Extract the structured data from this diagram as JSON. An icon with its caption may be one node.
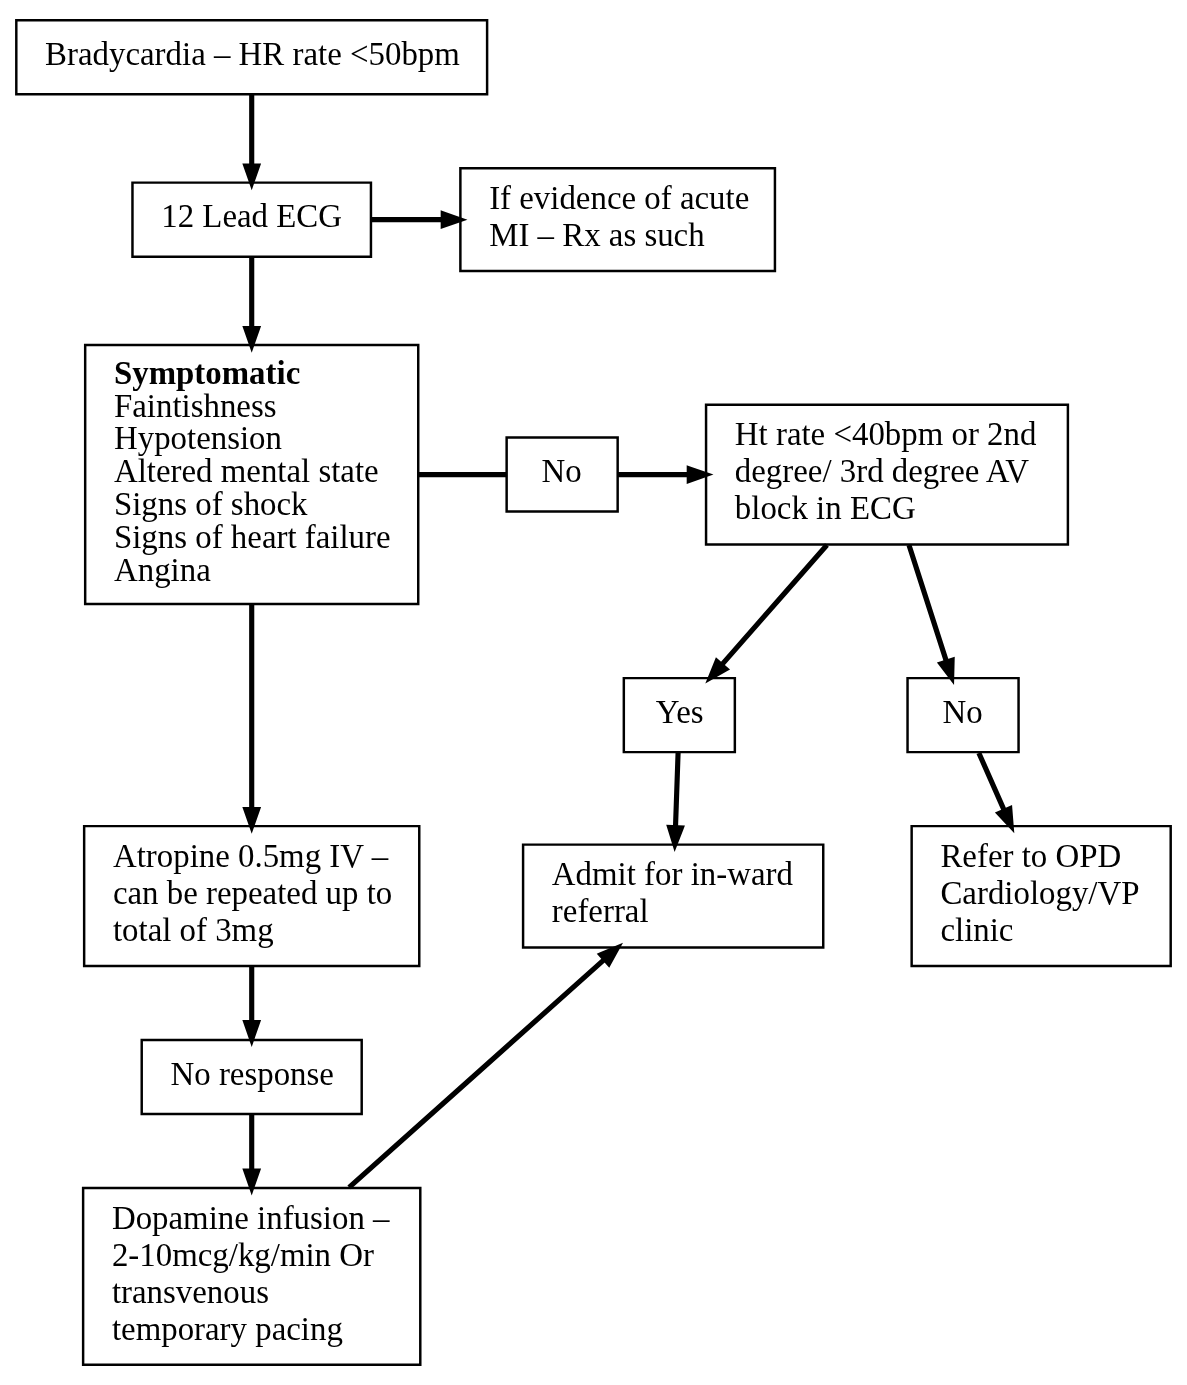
{
  "diagram": {
    "nodes": [
      {
        "text": [
          "Bradycardia – HR rate <50bpm"
        ]
      },
      {
        "text": [
          "12 Lead ECG"
        ]
      },
      {
        "text": [
          "If evidence of acute MI – Rx as such"
        ]
      },
      {
        "text": [
          "Symptomatic",
          "Faintishness",
          "Hypotension",
          "Altered mental state",
          "Signs of shock",
          "Signs of heart failure",
          "Angina"
        ]
      },
      {
        "text": [
          "No"
        ]
      },
      {
        "text": [
          "Ht rate <40bpm or 2nd degree/ 3rd degree AV block in ECG"
        ]
      },
      {
        "text": [
          "Yes"
        ]
      },
      {
        "text": [
          "No"
        ]
      },
      {
        "text": [
          "Atropine 0.5mg IV – can be repeated up to total of 3mg"
        ]
      },
      {
        "text": [
          "Admit for in-ward referral"
        ]
      },
      {
        "text": [
          "Refer to OPD Cardiology/VP clinic"
        ]
      },
      {
        "text": [
          "No response"
        ]
      },
      {
        "text": [
          "Dopamine infusion – 2-10mcg/kg/min Or transvenous temporary pacing"
        ]
      }
    ],
    "edges": [
      {
        "from": 0,
        "to": 1,
        "arrow": "to"
      },
      {
        "from": 1,
        "to": 2,
        "arrow": "to"
      },
      {
        "from": 1,
        "to": 3,
        "arrow": "to"
      },
      {
        "from": 3,
        "to": 4,
        "arrow": "none"
      },
      {
        "from": 4,
        "to": 5,
        "arrow": "to"
      },
      {
        "from": 5,
        "to": 6,
        "arrow": "to"
      },
      {
        "from": 5,
        "to": 7,
        "arrow": "to"
      },
      {
        "from": 6,
        "to": 9,
        "arrow": "to"
      },
      {
        "from": 7,
        "to": 10,
        "arrow": "to"
      },
      {
        "from": 3,
        "to": 8,
        "arrow": "to"
      },
      {
        "from": 8,
        "to": 11,
        "arrow": "to"
      },
      {
        "from": 11,
        "to": 12,
        "arrow": "to"
      },
      {
        "from": 12,
        "to": 9,
        "arrow": "to"
      }
    ]
  }
}
